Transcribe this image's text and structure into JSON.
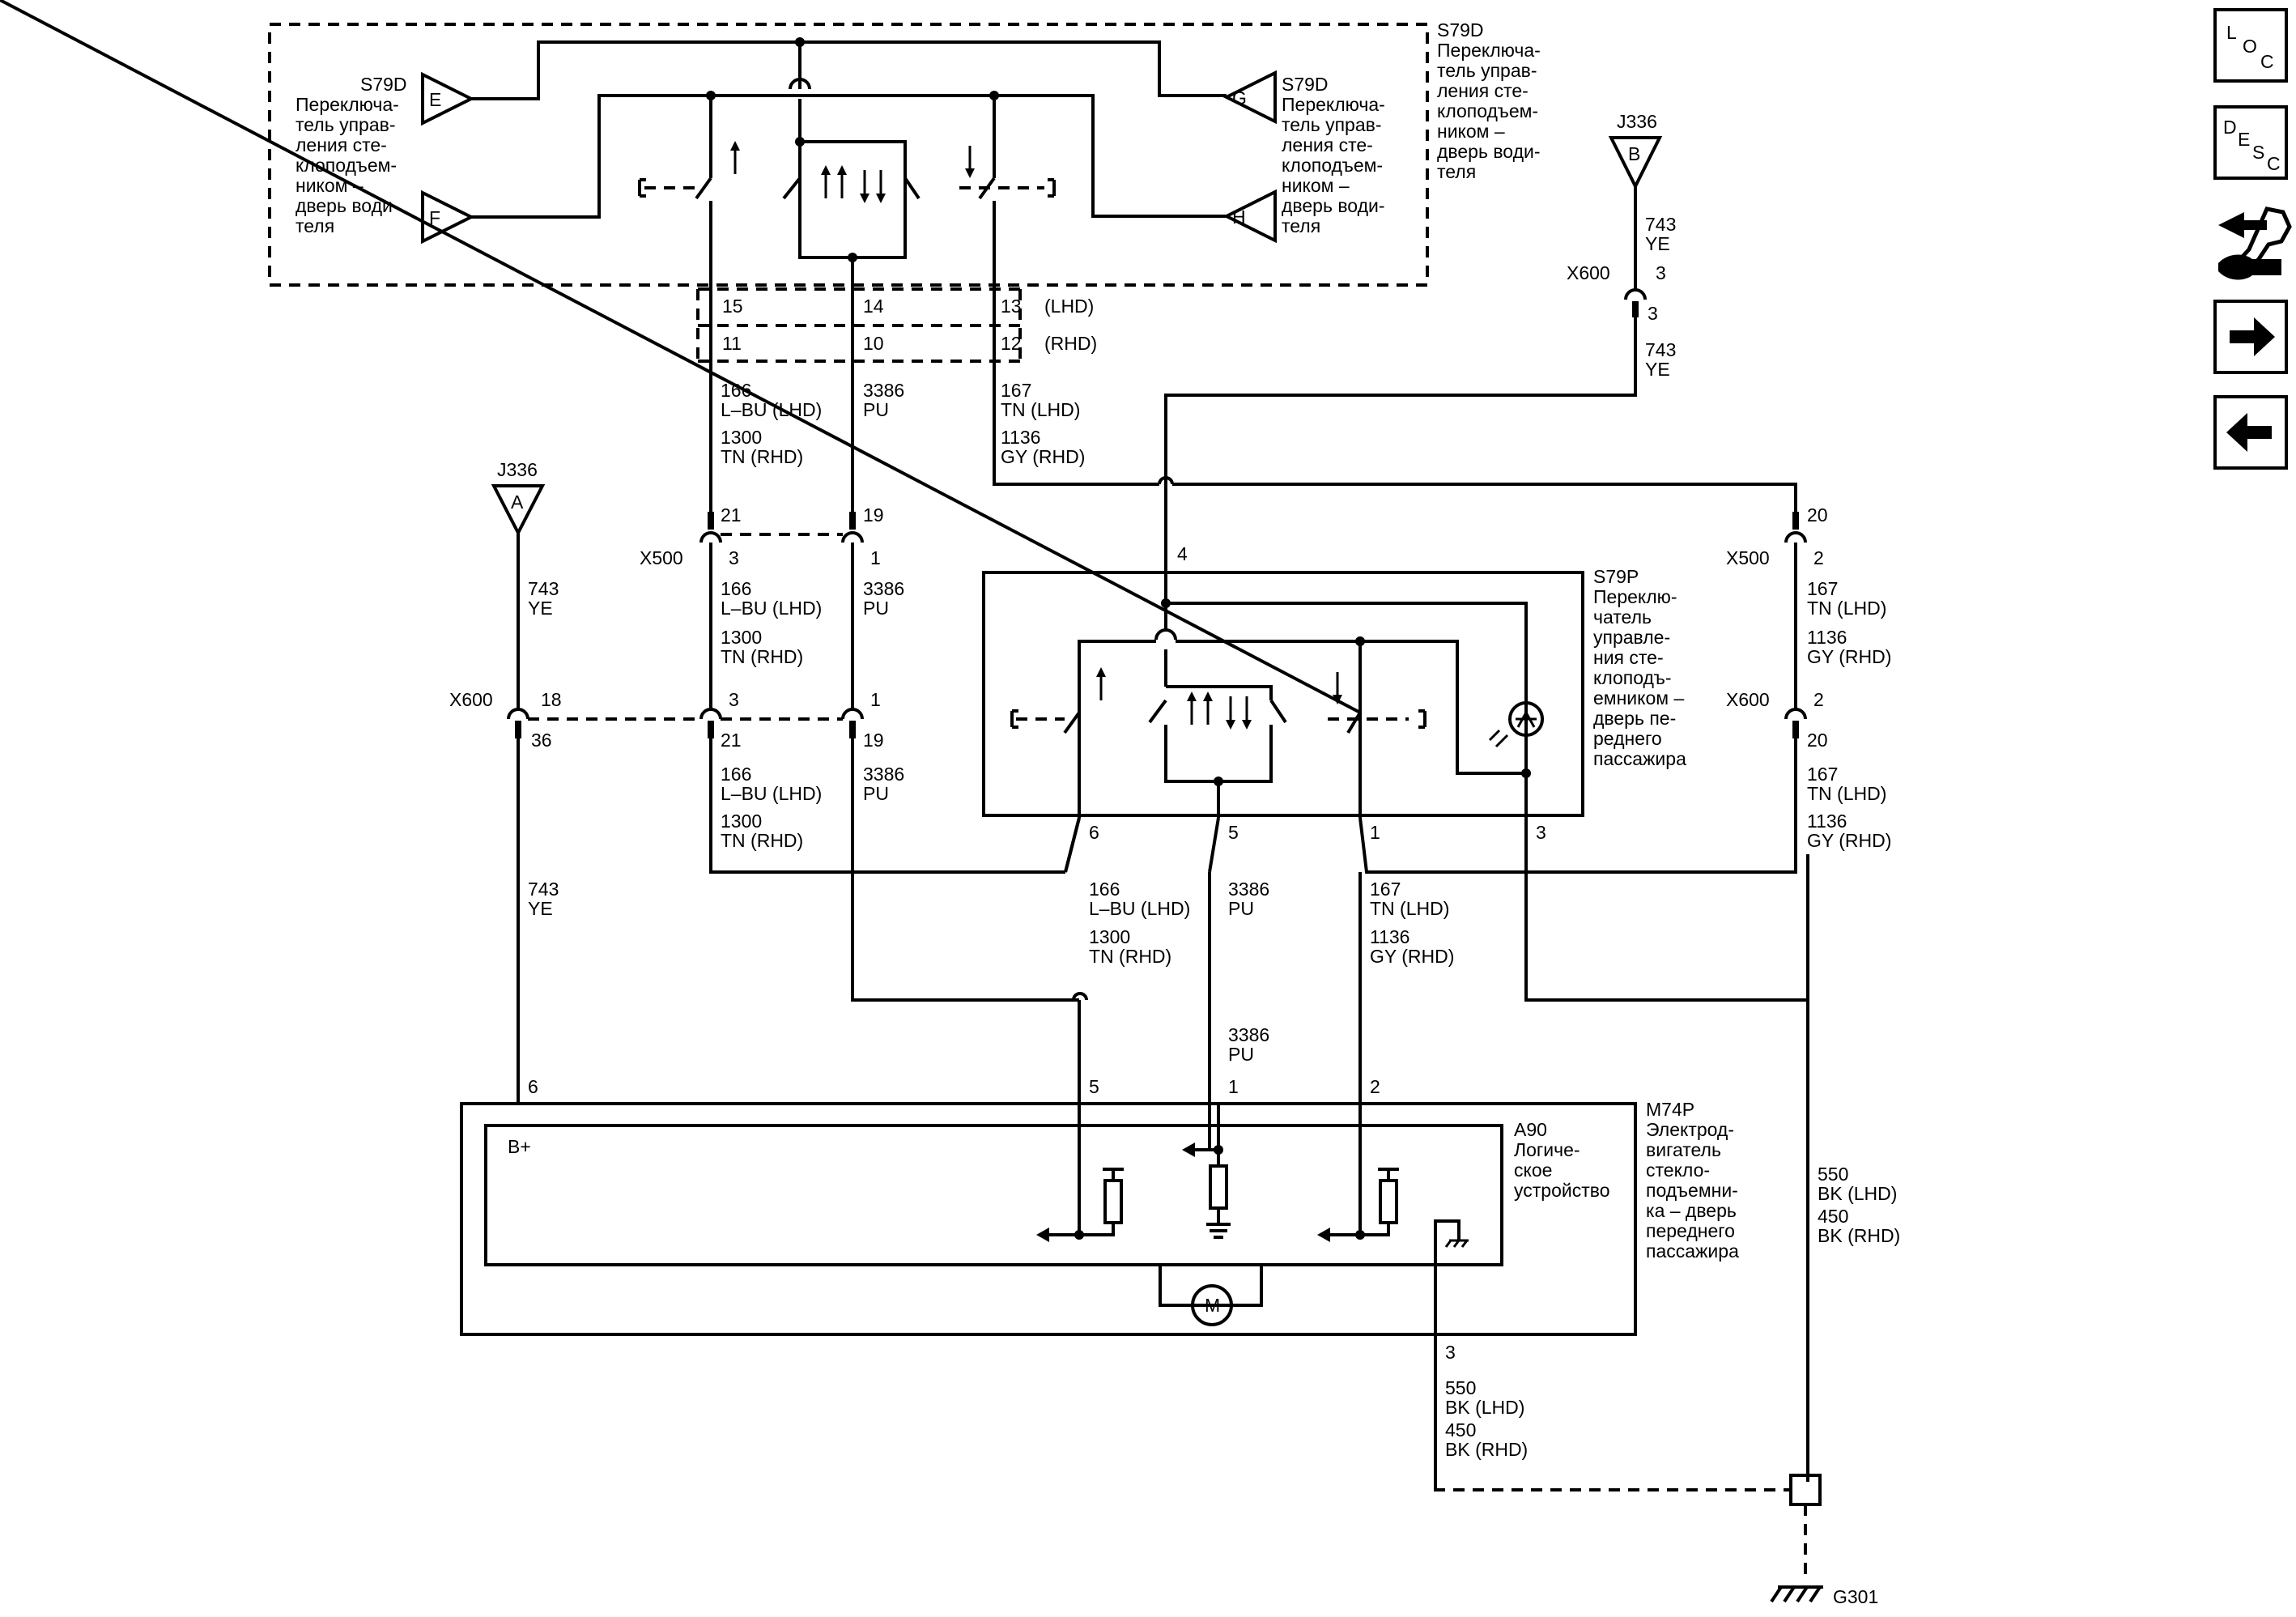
{
  "nav": {
    "loc_L": "L",
    "loc_O": "O",
    "loc_C": "C",
    "desc_D": "D",
    "desc_E": "E",
    "desc_S": "S",
    "desc_C": "C"
  },
  "s79d": {
    "id": "S79D",
    "name_lines": [
      "Переключа-",
      "тель управ-",
      "ления сте-",
      "клоподъем-",
      "ником –",
      "дверь води-",
      "теля"
    ],
    "left_name_lines": [
      "Переключа-",
      "тель управ-",
      "ления сте-",
      "клоподъем-",
      "ником –",
      "дверь води-",
      "теля"
    ],
    "right_name_lines": [
      "Переключа-",
      "тель управ-",
      "ления сте-",
      "клоподъем-",
      "ником –",
      "дверь води-",
      "теля"
    ],
    "connectors": {
      "E": "E",
      "F": "F",
      "G": "G",
      "H": "H"
    },
    "pins_lhd": [
      "15",
      "14",
      "13"
    ],
    "pins_rhd": [
      "11",
      "10",
      "12"
    ],
    "lhd": "(LHD)",
    "rhd": "(RHD)"
  },
  "j336": {
    "id": "J336",
    "a": "A",
    "b": "B"
  },
  "s79p": {
    "id": "S79P",
    "name_lines": [
      "Переклю-",
      "чатель",
      "управле-",
      "ния сте-",
      "клоподъ-",
      "емником –",
      "дверь пе-",
      "реднего",
      "пассажира"
    ],
    "pin4": "4",
    "pin6": "6",
    "pin5": "5",
    "pin1": "1",
    "pin3": "3"
  },
  "x500": "X500",
  "x600": "X600",
  "wires": {
    "w743": [
      "743",
      "YE"
    ],
    "w166_lbu": [
      "166",
      "L–BU (LHD)"
    ],
    "w1300_tn": [
      "1300",
      "TN (RHD)"
    ],
    "w3386_pu": [
      "3386",
      "PU"
    ],
    "w167_tn": [
      "167",
      "TN (LHD)"
    ],
    "w1136_gy": [
      "1136",
      "GY (RHD)"
    ],
    "w550_bk": [
      "550",
      "BK (LHD)"
    ],
    "w450_bk": [
      "450",
      "BK (RHD)"
    ]
  },
  "pins": {
    "p21": "21",
    "p19": "19",
    "p3": "3",
    "p1": "1",
    "p18": "18",
    "p36": "36",
    "p20": "20",
    "p2": "2",
    "x600_b3a": "3",
    "x600_b3b": "3"
  },
  "m74p": {
    "id": "M74P",
    "name_lines": [
      "Электрод-",
      "вигатель",
      "стекло-",
      "подъемни-",
      "ка – дверь",
      "переднего",
      "пассажира"
    ],
    "pin6": "6",
    "pin5": "5",
    "pin1": "1",
    "pin2": "2",
    "pin3": "3",
    "bplus": "B+",
    "motor": "M"
  },
  "a90": {
    "id": "A90",
    "name_lines": [
      "Логиче-",
      "ское",
      "устройство"
    ]
  },
  "ground": {
    "id": "G301"
  }
}
